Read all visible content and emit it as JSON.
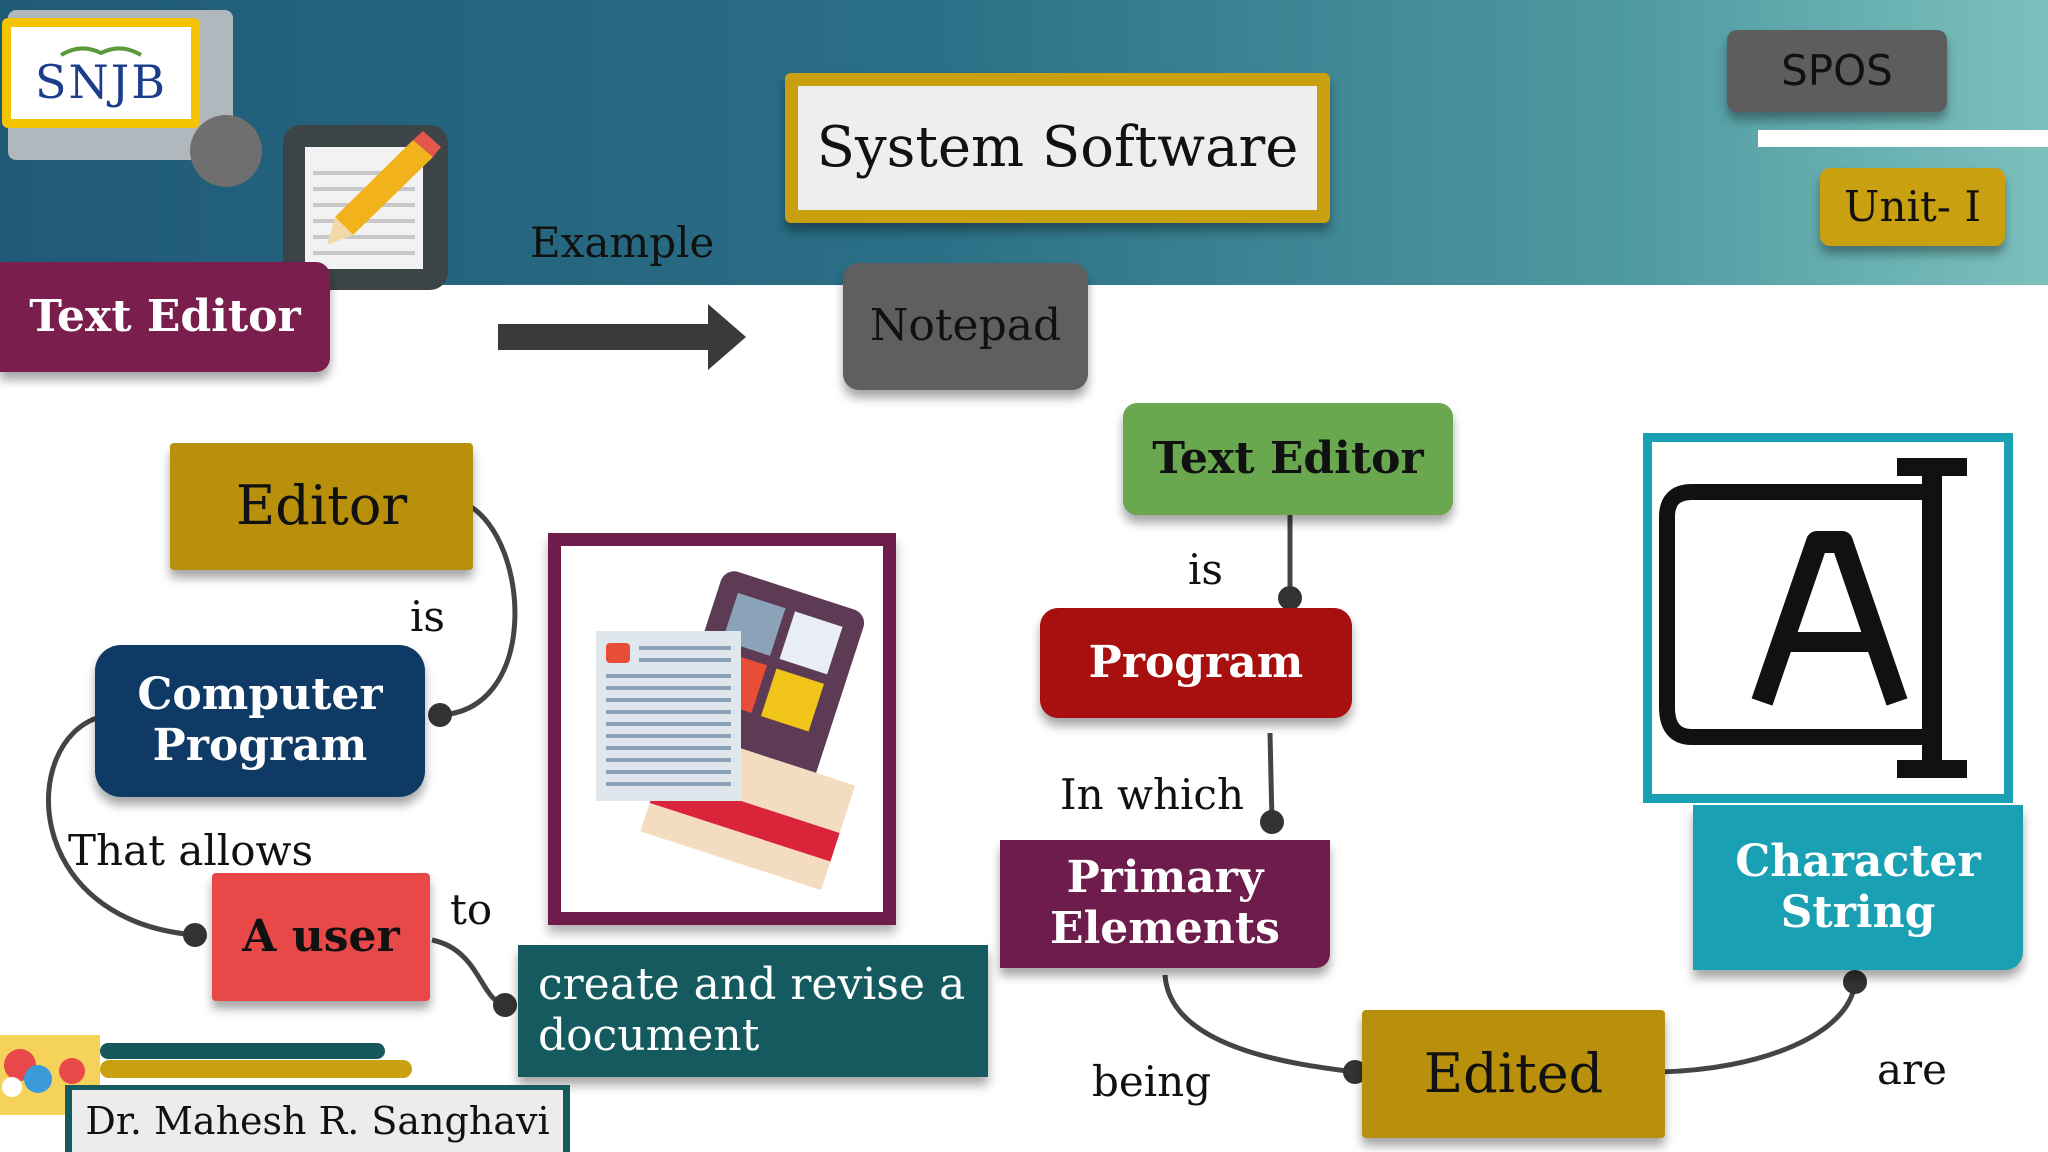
{
  "header": {
    "logo_text": "SNJB",
    "title": "System Software",
    "subject": "SPOS",
    "unit": "Unit- I"
  },
  "top_row": {
    "text_editor": "Text Editor",
    "example": "Example",
    "notepad": "Notepad"
  },
  "left_chain": {
    "editor": "Editor",
    "is": "is",
    "computer_program": "Computer Program",
    "that_allows": "That allows",
    "a_user": "A user",
    "to": "to",
    "create_revise": "create and revise a document"
  },
  "right_chain": {
    "text_editor": "Text Editor",
    "is": "is",
    "program": "Program",
    "in_which": "In which",
    "primary_elements": "Primary Elements",
    "being": "being",
    "edited": "Edited",
    "are": "are",
    "character_string": "Character String"
  },
  "footer": {
    "author": "Dr. Mahesh R. Sanghavi"
  },
  "colors": {
    "maroon": "#7a1f4d",
    "gold": "#b8900c",
    "navy": "#0f3a66",
    "red": "#e84848",
    "teal_dark": "#155a5e",
    "green": "#6aa84f",
    "dark_red": "#a80f0f",
    "purple": "#6e1c4b",
    "teal": "#1aa0b3",
    "gray": "#5f5f5f"
  }
}
